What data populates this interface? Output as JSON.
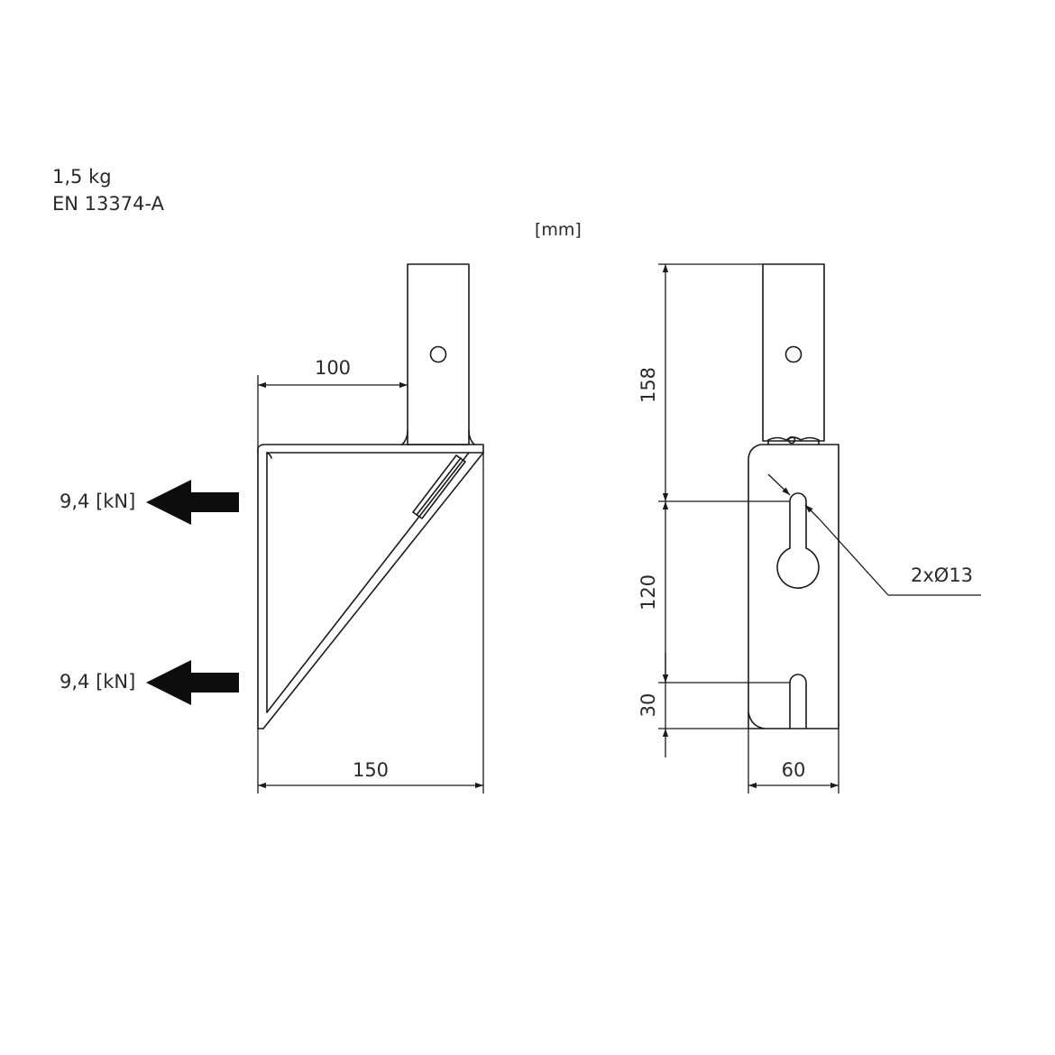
{
  "product": {
    "weight": "1,5 kg",
    "standard": "EN 13374-A"
  },
  "units_label": "[mm]",
  "side_view": {
    "force_top": "9,4 [kN]",
    "force_bottom": "9,4 [kN]",
    "dim_post_offset": "100",
    "dim_base_width": "150"
  },
  "front_view": {
    "dim_post_height": "158",
    "dim_hole_spacing": "120",
    "dim_bottom_slot": "30",
    "dim_plate_width": "60",
    "hole_callout": "2xØ13"
  },
  "colors": {
    "line": "#1a1a1a",
    "text": "#2a2a2a",
    "arrow_fill": "#0d0d0d"
  }
}
